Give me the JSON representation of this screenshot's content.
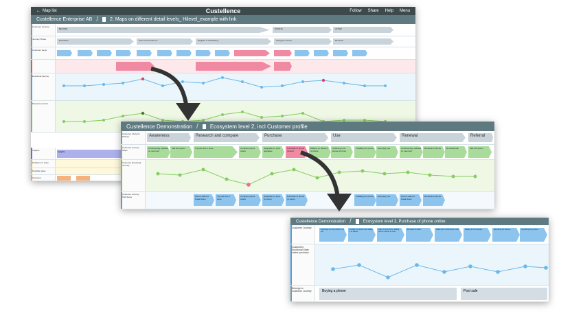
{
  "colors": {
    "topbar": "#3c4a4d",
    "crumb": "#5e7a80",
    "blue_tile": "#8cc4ee",
    "green_tile": "#a9dc9b",
    "pink_tile": "#f08aa3",
    "arrow": "#3a3a3a"
  },
  "win1": {
    "back": "Map list",
    "brand": "Custellence",
    "actions": [
      "Follow",
      "Share",
      "Help",
      "Menu"
    ],
    "org": "Custellence Enterprise AB",
    "title": "2. Maps on different detail levels_ Hilevel_example with link",
    "lanes": [
      "Customer Journey",
      "Journey Phase",
      "Customer steps",
      "Emotional journey",
      "Moments of truth"
    ],
    "phases": [
      "BEFORE",
      "DURING",
      "AFTER"
    ],
    "journey_phases": [
      "Evaluation",
      "Point of commitment",
      "Register & onboarding",
      "Using the service",
      "Renewal"
    ],
    "extra_lanes": [
      "Insights",
      "Problems to solve",
      "Possible ideas",
      "Overview"
    ],
    "insight": "Insights"
  },
  "win2": {
    "org": "Custellence Demonstration",
    "title": "Ecosystem level 2, incl Customer profile",
    "lanes": [
      "Customer Lifecycle Phases",
      "Customer Journey Steps",
      "Customer Emotional Journey",
      "Customer Journey Sub-Steps"
    ],
    "phases": [
      "Awareness",
      "Research and compare",
      "Purchase",
      "Use",
      "Renewal",
      "Referral"
    ],
    "steps": [
      "Continuously updated on new tech",
      "Talk with peers",
      "Try and feel in store",
      "Compare prices online",
      "Negotiate on price upgrades",
      "Purchase of phone (online)",
      "Waiting on delivery of phone",
      "Unboxing new phone at home",
      "Installing the phone",
      "Everyday use",
      "Continuously updated on new tech",
      "Renewal of phone",
      "Renewal plan",
      "Talk with peers"
    ],
    "substeps": [
      "Phone starts to break down",
      "Try and feel in store",
      "Compare prices online",
      "Negotiate on price (in store)",
      "Purchase of phone (in store)",
      "Installing the phone",
      "Everyday use",
      "Phone starts to break down",
      "Renewal of phone"
    ]
  },
  "win3": {
    "org": "Custellence Demonstration",
    "title": "Ecosystem level 3, Purchase of phone online",
    "lanes": [
      "Customer Journey",
      "Customers Emotional State online purchase",
      "Belongs to Customer Journey"
    ],
    "steps": [
      "Searching for the product on the site",
      "Finding the product and adding it to basket",
      "Order a new phone, adding phone number to order",
      "Purchase finished",
      "Waiting for confirmation email",
      "Waiting for the delivery",
      "Receiving the delivery",
      "Unpacking the product"
    ],
    "belongs": [
      "Buying a phone",
      "Post sale"
    ]
  }
}
